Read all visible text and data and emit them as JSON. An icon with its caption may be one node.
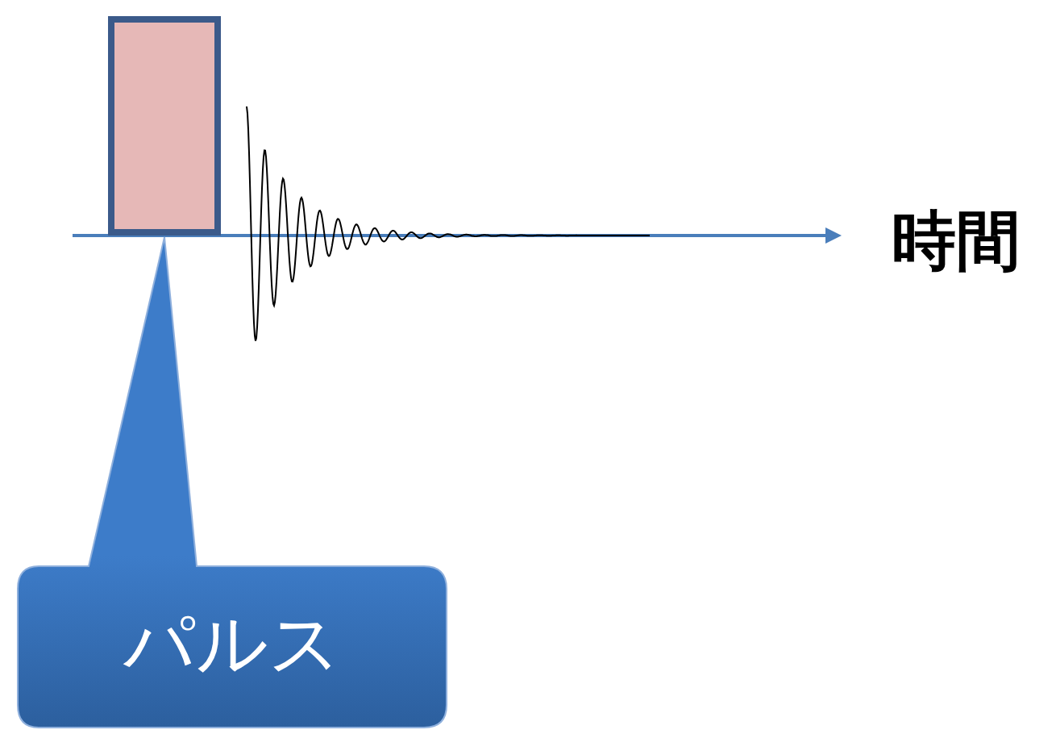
{
  "diagram": {
    "nodes": [
      {
        "text": [],
        "shape": "box"
      },
      {
        "text": [
          "パルス"
        ]
      }
    ],
    "labels": [
      "時間"
    ]
  }
}
